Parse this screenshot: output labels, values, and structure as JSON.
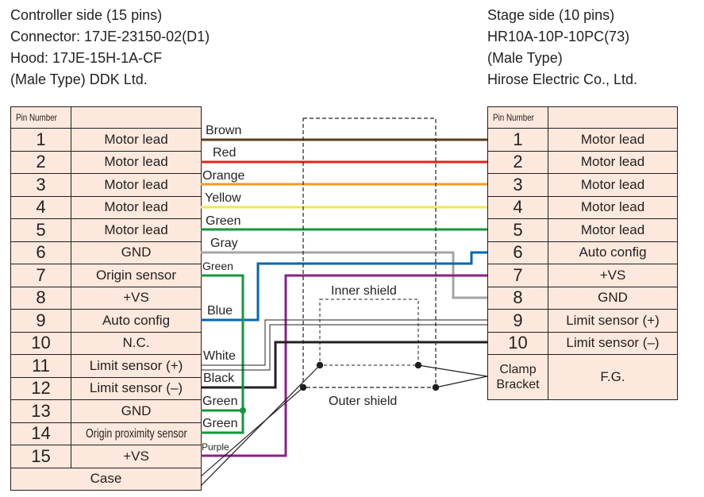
{
  "left_header": {
    "line1": "Controller side (15 pins)",
    "line2": "Connector: 17JE-23150-02(D1)",
    "line3": "Hood: 17JE-15H-1A-CF",
    "line4": "(Male Type) DDK Ltd."
  },
  "right_header": {
    "line1": "Stage side (10 pins)",
    "line2": "HR10A-10P-10PC(73)",
    "line3": "(Male Type)",
    "line4": "Hirose Electric Co., Ltd."
  },
  "left_table": {
    "header": "Pin Number",
    "rows": [
      {
        "num": "1",
        "fn": "Motor lead"
      },
      {
        "num": "2",
        "fn": "Motor lead"
      },
      {
        "num": "3",
        "fn": "Motor lead"
      },
      {
        "num": "4",
        "fn": "Motor lead"
      },
      {
        "num": "5",
        "fn": "Motor lead"
      },
      {
        "num": "6",
        "fn": "GND"
      },
      {
        "num": "7",
        "fn": "Origin sensor"
      },
      {
        "num": "8",
        "fn": "+VS"
      },
      {
        "num": "9",
        "fn": "Auto config"
      },
      {
        "num": "10",
        "fn": "N.C."
      },
      {
        "num": "11",
        "fn": "Limit sensor (+)"
      },
      {
        "num": "12",
        "fn": "Limit sensor (–)"
      },
      {
        "num": "13",
        "fn": "GND"
      },
      {
        "num": "14",
        "fn": "Origin proximity sensor"
      },
      {
        "num": "15",
        "fn": "+VS"
      }
    ],
    "case": "Case"
  },
  "right_table": {
    "header": "Pin Number",
    "rows": [
      {
        "num": "1",
        "fn": "Motor lead"
      },
      {
        "num": "2",
        "fn": "Motor lead"
      },
      {
        "num": "3",
        "fn": "Motor lead"
      },
      {
        "num": "4",
        "fn": "Motor lead"
      },
      {
        "num": "5",
        "fn": "Motor lead"
      },
      {
        "num": "6",
        "fn": "Auto config"
      },
      {
        "num": "7",
        "fn": "+VS"
      },
      {
        "num": "8",
        "fn": "GND"
      },
      {
        "num": "9",
        "fn": "Limit sensor (+)"
      },
      {
        "num": "10",
        "fn": "Limit sensor (–)"
      }
    ],
    "clamp_line1": "Clamp",
    "clamp_line2": "Bracket",
    "fg": "F.G."
  },
  "wire_labels": {
    "brown": "Brown",
    "red": "Red",
    "orange": "Orange",
    "yellow": "Yellow",
    "green1": "Green",
    "gray": "Gray",
    "green2": "Green",
    "blue": "Blue",
    "white": "White",
    "black": "Black",
    "green3": "Green",
    "green4": "Green",
    "purple": "Purple"
  },
  "shield_labels": {
    "inner": "Inner shield",
    "outer": "Outer shield"
  },
  "colors": {
    "brown": "#5c3b16",
    "red": "#e2231a",
    "orange": "#f39c1f",
    "yellow": "#ede94e",
    "green": "#15963e",
    "gray": "#a5a5a5",
    "blue": "#0067b1",
    "purple": "#8e1f87",
    "black": "#231f20",
    "table_fill": "#fce8dc"
  }
}
